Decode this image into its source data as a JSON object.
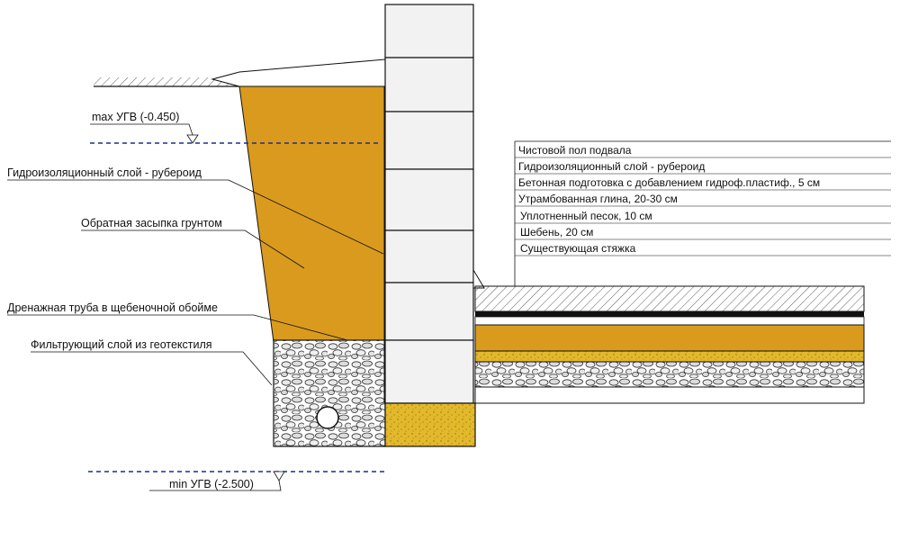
{
  "labels": {
    "max_ugv": "max УГВ (-0.450)",
    "min_ugv": "min УГВ (-2.500)",
    "waterproof": "Гидроизоляционный слой - рубероид",
    "backfill": "Обратная засыпка грунтом",
    "drain": "Дренажная труба в щебеночной обойме",
    "geotextile": "Фильтрующий слой из геотекстиля"
  },
  "legend": [
    "Чистовой пол подвала",
    "Гидроизоляционный слой - рубероид",
    "Бетонная подготовка с добавлением гидроф.пластиф., 5 см",
    "Утрамбованная глина, 20-30 см",
    "Уплотненный песок, 10 см",
    "Шебень, 20 см",
    "Существующая стяжка"
  ],
  "colors": {
    "backfill": "#d99a1e",
    "clay": "#d99a1e",
    "sand": "#e0b82a",
    "water_line": "#1a2f8f",
    "line": "#111111",
    "block": "#f2f2f2"
  }
}
